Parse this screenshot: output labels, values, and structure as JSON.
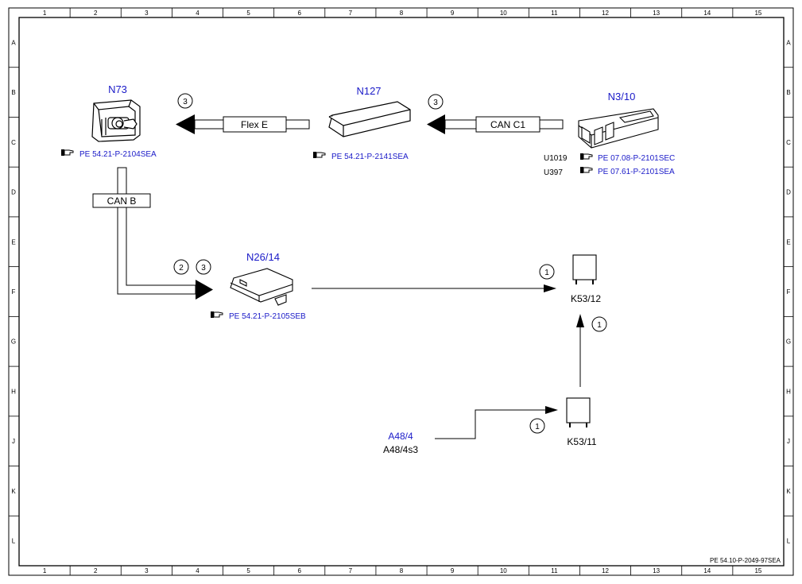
{
  "frame": {
    "columns": [
      "1",
      "2",
      "3",
      "4",
      "5",
      "6",
      "7",
      "8",
      "9",
      "10",
      "11",
      "12",
      "13",
      "14",
      "15"
    ],
    "rows": [
      "A",
      "B",
      "C",
      "D",
      "E",
      "F",
      "G",
      "H",
      "J",
      "K",
      "L"
    ],
    "doc_ref": "PE 54.10-P-2049-97SEA"
  },
  "components": {
    "n73": {
      "name": "N73",
      "ref": "PE 54.21-P-2104SEA"
    },
    "n127": {
      "name": "N127",
      "ref": "PE 54.21-P-2141SEA"
    },
    "n3_10": {
      "name": "N3/10",
      "ref1_code": "U1019",
      "ref1": "PE 07.08-P-2101SEC",
      "ref2_code": "U397",
      "ref2": "PE 07.61-P-2101SEA"
    },
    "n26_14": {
      "name": "N26/14",
      "ref": "PE 54.21-P-2105SEB"
    },
    "k53_12": {
      "name": "K53/12"
    },
    "k53_11": {
      "name": "K53/11"
    },
    "a48_4": {
      "name": "A48/4",
      "sub": "A48/4s3"
    }
  },
  "buses": {
    "flex_e": "Flex E",
    "can_c1": "CAN C1",
    "can_b": "CAN B"
  },
  "markers": {
    "m3a": "3",
    "m3b": "3",
    "m2": "2",
    "m3c": "3",
    "m1a": "1",
    "m1b": "1",
    "m1c": "1"
  },
  "colors": {
    "label_blue": "#1a1ac8",
    "line": "#000000"
  },
  "icons": {
    "ref_pointer": "pointing-hand-icon"
  }
}
